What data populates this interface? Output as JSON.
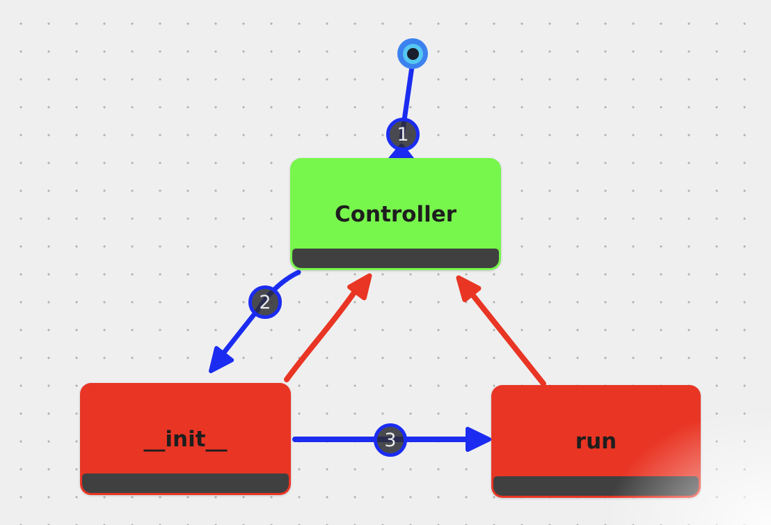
{
  "nodes": {
    "start": {
      "type": "initial-state-marker"
    },
    "controller": {
      "label": "Controller",
      "color": "#77f64c"
    },
    "init": {
      "label": "__init__",
      "color": "#e93524"
    },
    "run": {
      "label": "run",
      "color": "#e93524"
    }
  },
  "edges": {
    "start_to_controller": {
      "label": "1",
      "color": "#1b2cf0"
    },
    "controller_to_init": {
      "label": "2",
      "color": "#1b2cf0"
    },
    "init_to_run": {
      "label": "3",
      "color": "#1b2cf0"
    },
    "init_to_controller": {
      "color": "#e93524"
    },
    "run_to_controller": {
      "color": "#e93524"
    }
  },
  "colors": {
    "edge_blue": "#1b2cf0",
    "edge_red": "#e93524",
    "node_green": "#77f64c",
    "node_red": "#e93524",
    "node_footer": "#404041",
    "background": "#efeff0",
    "start_outer": "#3b82ee",
    "start_inner": "#55c7f2",
    "start_core": "#1a1e2c"
  }
}
